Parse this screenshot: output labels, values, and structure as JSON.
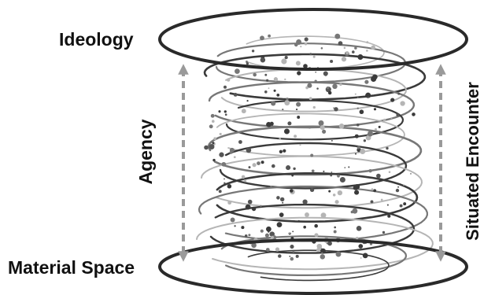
{
  "labels": {
    "top": "Ideology",
    "bottom": "Material Space",
    "left_vertical": "Agency",
    "right_vertical": "Situated Encounter"
  },
  "colors": {
    "ellipse_stroke": "#2a2a2a",
    "arrow": "#9a9a9a",
    "spiral_dark": "#3a3a3a",
    "spiral_mid": "#777777",
    "spiral_light": "#b5b5b5",
    "dots": "#555555",
    "text": "#111111"
  },
  "icons": {
    "vertical_arrows": "double-headed-dashed-arrow",
    "spiral": "helical-vortex"
  }
}
